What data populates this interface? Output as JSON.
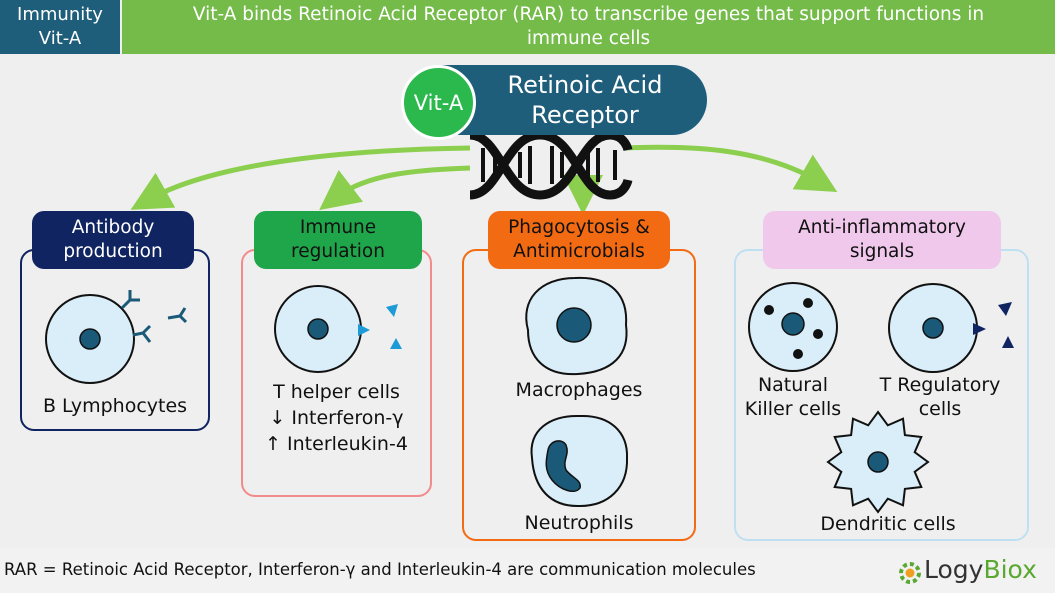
{
  "header": {
    "tag_line1": "Immunity",
    "tag_line2": "Vit-A",
    "title_line1": "Vit-A binds Retinoic Acid Receptor (RAR) to transcribe genes that support functions in",
    "title_line2": "immune cells"
  },
  "receptor": {
    "ligand": "Vit-A",
    "name_line1": "Retinoic Acid",
    "name_line2": "Receptor"
  },
  "panels": {
    "antibody": {
      "title_line1": "Antibody",
      "title_line2": "production",
      "cell": "B Lymphocytes",
      "color": "#0f2460"
    },
    "immune": {
      "title_line1": "Immune",
      "title_line2": "regulation",
      "cell": "T helper cells",
      "effect1": "↓ Interferon-γ",
      "effect2": "↑ Interleukin-4",
      "color": "#1fa64a"
    },
    "phago": {
      "title_line1": "Phagocytosis &",
      "title_line2": "Antimicrobials",
      "cell1": "Macrophages",
      "cell2": "Neutrophils",
      "color": "#f26a12"
    },
    "antiinflam": {
      "title_line1": "Anti-inflammatory",
      "title_line2": "signals",
      "cell1_line1": "Natural",
      "cell1_line2": "Killer cells",
      "cell2_line1": "T Regulatory",
      "cell2_line2": "cells",
      "cell3": "Dendritic cells",
      "color": "#f0c8ec"
    }
  },
  "footer": {
    "note": "RAR = Retinoic Acid Receptor, Interferon-γ and Interleukin-4 are communication molecules",
    "logo_part1": "Logy",
    "logo_part2": "Biox"
  },
  "colors": {
    "header_dark": "#1f5e7a",
    "header_green": "#74bb4a",
    "arrow_green": "#8ccf4e",
    "cell_fill": "#d9eef8",
    "cell_nucleus": "#1a5a78"
  }
}
